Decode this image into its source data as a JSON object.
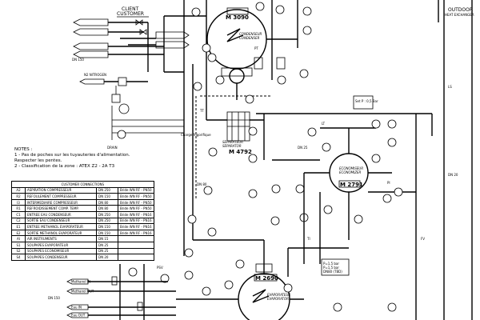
{
  "labels": {
    "client": "CLIENT",
    "customer": "CUSTOMER",
    "outdoor_title": "OUTDOOR",
    "outdoor_sub": "HEAT EXCHANGER",
    "m3090": "M 3090",
    "condenser_fr": "CONDENSEUR",
    "condenser_en": "CONDENSER",
    "m4792": "M 4792",
    "separator_fr": "SEPARATEUR",
    "separator_en": "SEPARATOR",
    "m2791": "M 2791",
    "economizer_fr": "ECONOMISEUR",
    "economizer_en": "ECONOMIZER",
    "m2690": "M 2690",
    "evaporator_fr": "EVAPORATEUR",
    "evaporator_en": "EVAPORATOR",
    "dn150_a": "DN 150",
    "dn150_b": "DN 150",
    "dn80": "DN 80",
    "dn25": "DN 25",
    "dn20": "DN 20",
    "charge_frigorifique": "Charge frigorifique",
    "drain": "DRAIN",
    "nitrogen": "N2 NITROGEN",
    "bar_label": "Set P : 0,5 Bar",
    "pressure_note_1": "P=1,5 bar",
    "pressure_note_2": "P=1,5 bar",
    "pressure_note_3": "DN80 (TBD)"
  },
  "notes": {
    "title": "NOTES :",
    "line1": "1 - Pas de poches sur les tuyauteries d'alimentation.",
    "line2": "    Respecter les pentes.",
    "line3": "2 - Classification de la zone : ATEX Z2 - 2A T3"
  },
  "connections": {
    "title": "CUSTOMER CONNECTIONS",
    "rows": [
      {
        "id": "A2",
        "name": "ASPIRATION COMPRESSEUR",
        "dn": "DN 250",
        "type": "Bride WN RF - PN50"
      },
      {
        "id": "R2",
        "name": "REFOULEMENT COMPRESSEUR",
        "dn": "DN 150",
        "type": "Bride WN RF - PN50"
      },
      {
        "id": "I3",
        "name": "INTERMEDIAIRE COMPRESSEUR",
        "dn": "DN 80",
        "type": "Bride WN RF - PN50"
      },
      {
        "id": "R1",
        "name": "REFROIDISSEMENT COMP. TEMP.",
        "dn": "DN 80",
        "type": "Bride WN RF - PN50"
      },
      {
        "id": "C1",
        "name": "ENTREE EAU CONDENSEUR",
        "dn": "DN 250",
        "type": "Bride WN RF - PN16"
      },
      {
        "id": "C2",
        "name": "SORTIE EAU CONDENSEUR",
        "dn": "DN 250",
        "type": "Bride WN RF - PN16"
      },
      {
        "id": "E1",
        "name": "ENTREE METHANOL EVAPORATEUR",
        "dn": "DN 150",
        "type": "Bride WN RF - PN16"
      },
      {
        "id": "E2",
        "name": "SORTIE METHANOL EVAPORATEUR",
        "dn": "DN 150",
        "type": "Bride WN RF - PN16"
      },
      {
        "id": "AI",
        "name": "AIR INSTRUMENTS",
        "dn": "DN 15",
        "type": ""
      },
      {
        "id": "S1",
        "name": "SOUPAPES EVAPORATEUR",
        "dn": "DN 25",
        "type": ""
      },
      {
        "id": "S2",
        "name": "SOUPAPES ECONOMISEUR",
        "dn": "DN 25",
        "type": ""
      },
      {
        "id": "S4",
        "name": "SOUPAPES CONDENSEUR",
        "dn": "DN 20",
        "type": ""
      }
    ]
  },
  "inlet_labels": [
    "Methanol IN",
    "Methanol OUT",
    "Eau IN",
    "Eau OUT"
  ],
  "tags": [
    "PT",
    "TT",
    "LT",
    "PI",
    "TI",
    "PSV",
    "FV",
    "LS"
  ]
}
